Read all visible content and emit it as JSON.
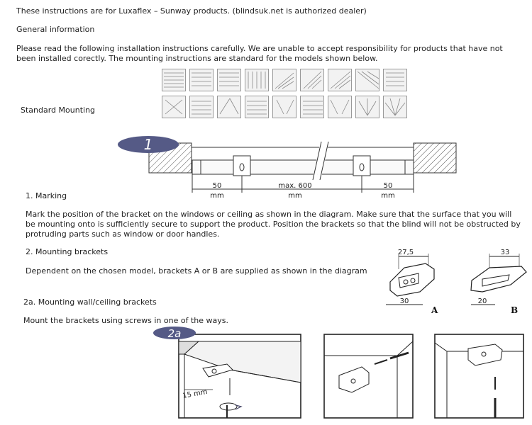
{
  "intro": "These instructions are for Luxaflex – Sunway products. (blindsuk.net is authorized dealer)",
  "general_heading": "General information",
  "general_text": "Please read the following installation instructions carefully. We are unable to accept responsibility for products that have not been installed corectly. The mounting instructions are standard for the models shown below.",
  "standard_mounting_label": "Standard Mounting",
  "diagram1": {
    "step_badge": "1",
    "dim_left_value": "50",
    "dim_left_unit": "mm",
    "dim_mid_value": "max. 600",
    "dim_mid_unit": "mm",
    "dim_right_value": "50",
    "dim_right_unit": "mm"
  },
  "marking_heading": "1. Marking",
  "marking_text": "Mark the position of the bracket on the windows or ceiling as shown in the diagram. Make sure that the surface that you will be mounting onto is sufficiently secure to support the product. Position the brackets so that the blind will not be obstructed by protruding parts such as window or door handles.",
  "brackets_heading": "2. Mounting brackets",
  "brackets_text": "Dependent on the chosen model, brackets A or B are supplied as shown in the diagram",
  "bracket_diagram": {
    "a_top_dim": "27,5",
    "a_bottom_dim": "30",
    "a_label": "A",
    "b_top_dim": "33",
    "b_bottom_dim": "20",
    "b_label": "B"
  },
  "wall_heading": "2a. Mounting wall/ceiling brackets",
  "wall_text": "Mount the brackets using screws in one of the ways.",
  "diagram2a": {
    "step_badge": "2a",
    "offset_label": "15 mm"
  }
}
